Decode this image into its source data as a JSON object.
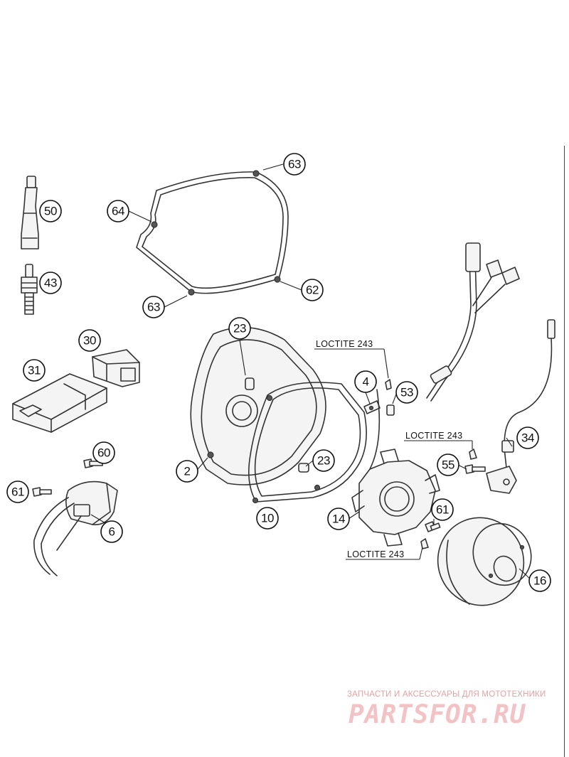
{
  "callouts": {
    "c63a": "63",
    "c64": "64",
    "c50": "50",
    "c62": "62",
    "c63b": "63",
    "c43": "43",
    "c23a": "23",
    "c30": "30",
    "c31": "31",
    "c4": "4",
    "c53": "53",
    "c34": "34",
    "c60": "60",
    "c55": "55",
    "c23b": "23",
    "c2": "2",
    "c61a": "61",
    "c10": "10",
    "c14": "14",
    "c61b": "61",
    "c6": "6",
    "c16": "16"
  },
  "notes": {
    "loctite_1": "LOCTITE 243",
    "loctite_2": "LOCTITE 243",
    "loctite_3": "LOCTITE 243"
  },
  "watermark": {
    "subtitle": "ЗАПЧАСТИ И АКСЕССУАРЫ ДЛЯ МОТОТЕХНИКИ",
    "brand": "PARTSFOR.RU"
  },
  "colors": {
    "line": "#333333",
    "watermark": "#f2c2c5"
  }
}
